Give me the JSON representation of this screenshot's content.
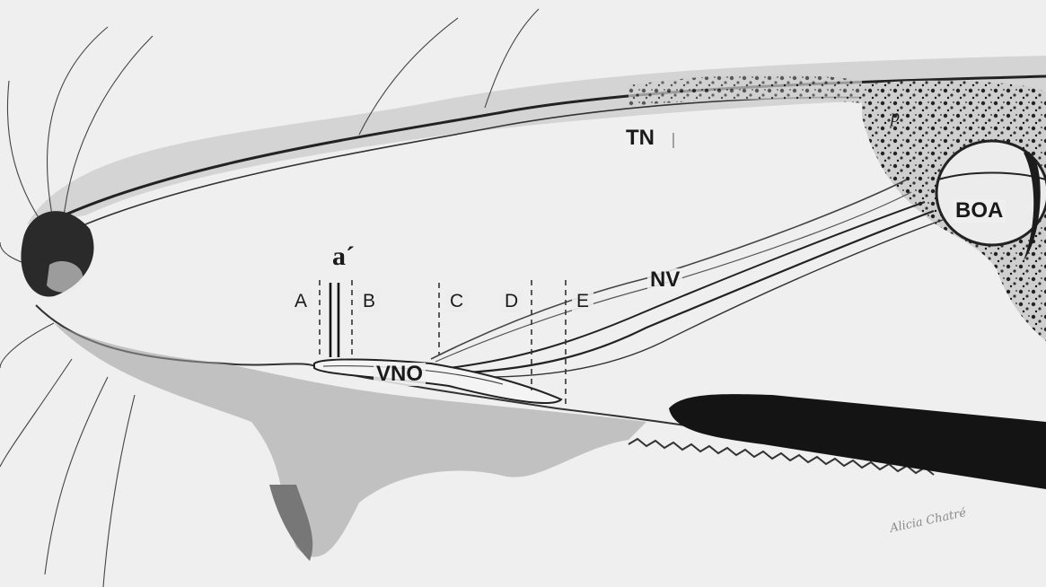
{
  "labels": {
    "tn": "TN",
    "boa": "BOA",
    "nv": "NV",
    "vno": "VNO",
    "a_prime": "a´",
    "p": "p",
    "sections": [
      "A",
      "B",
      "C",
      "D",
      "E"
    ]
  },
  "signature": "Alicia Chatré",
  "colors": {
    "paper": "#efefef",
    "ink": "#1a1a1a",
    "shade": "#3a3a3a"
  }
}
